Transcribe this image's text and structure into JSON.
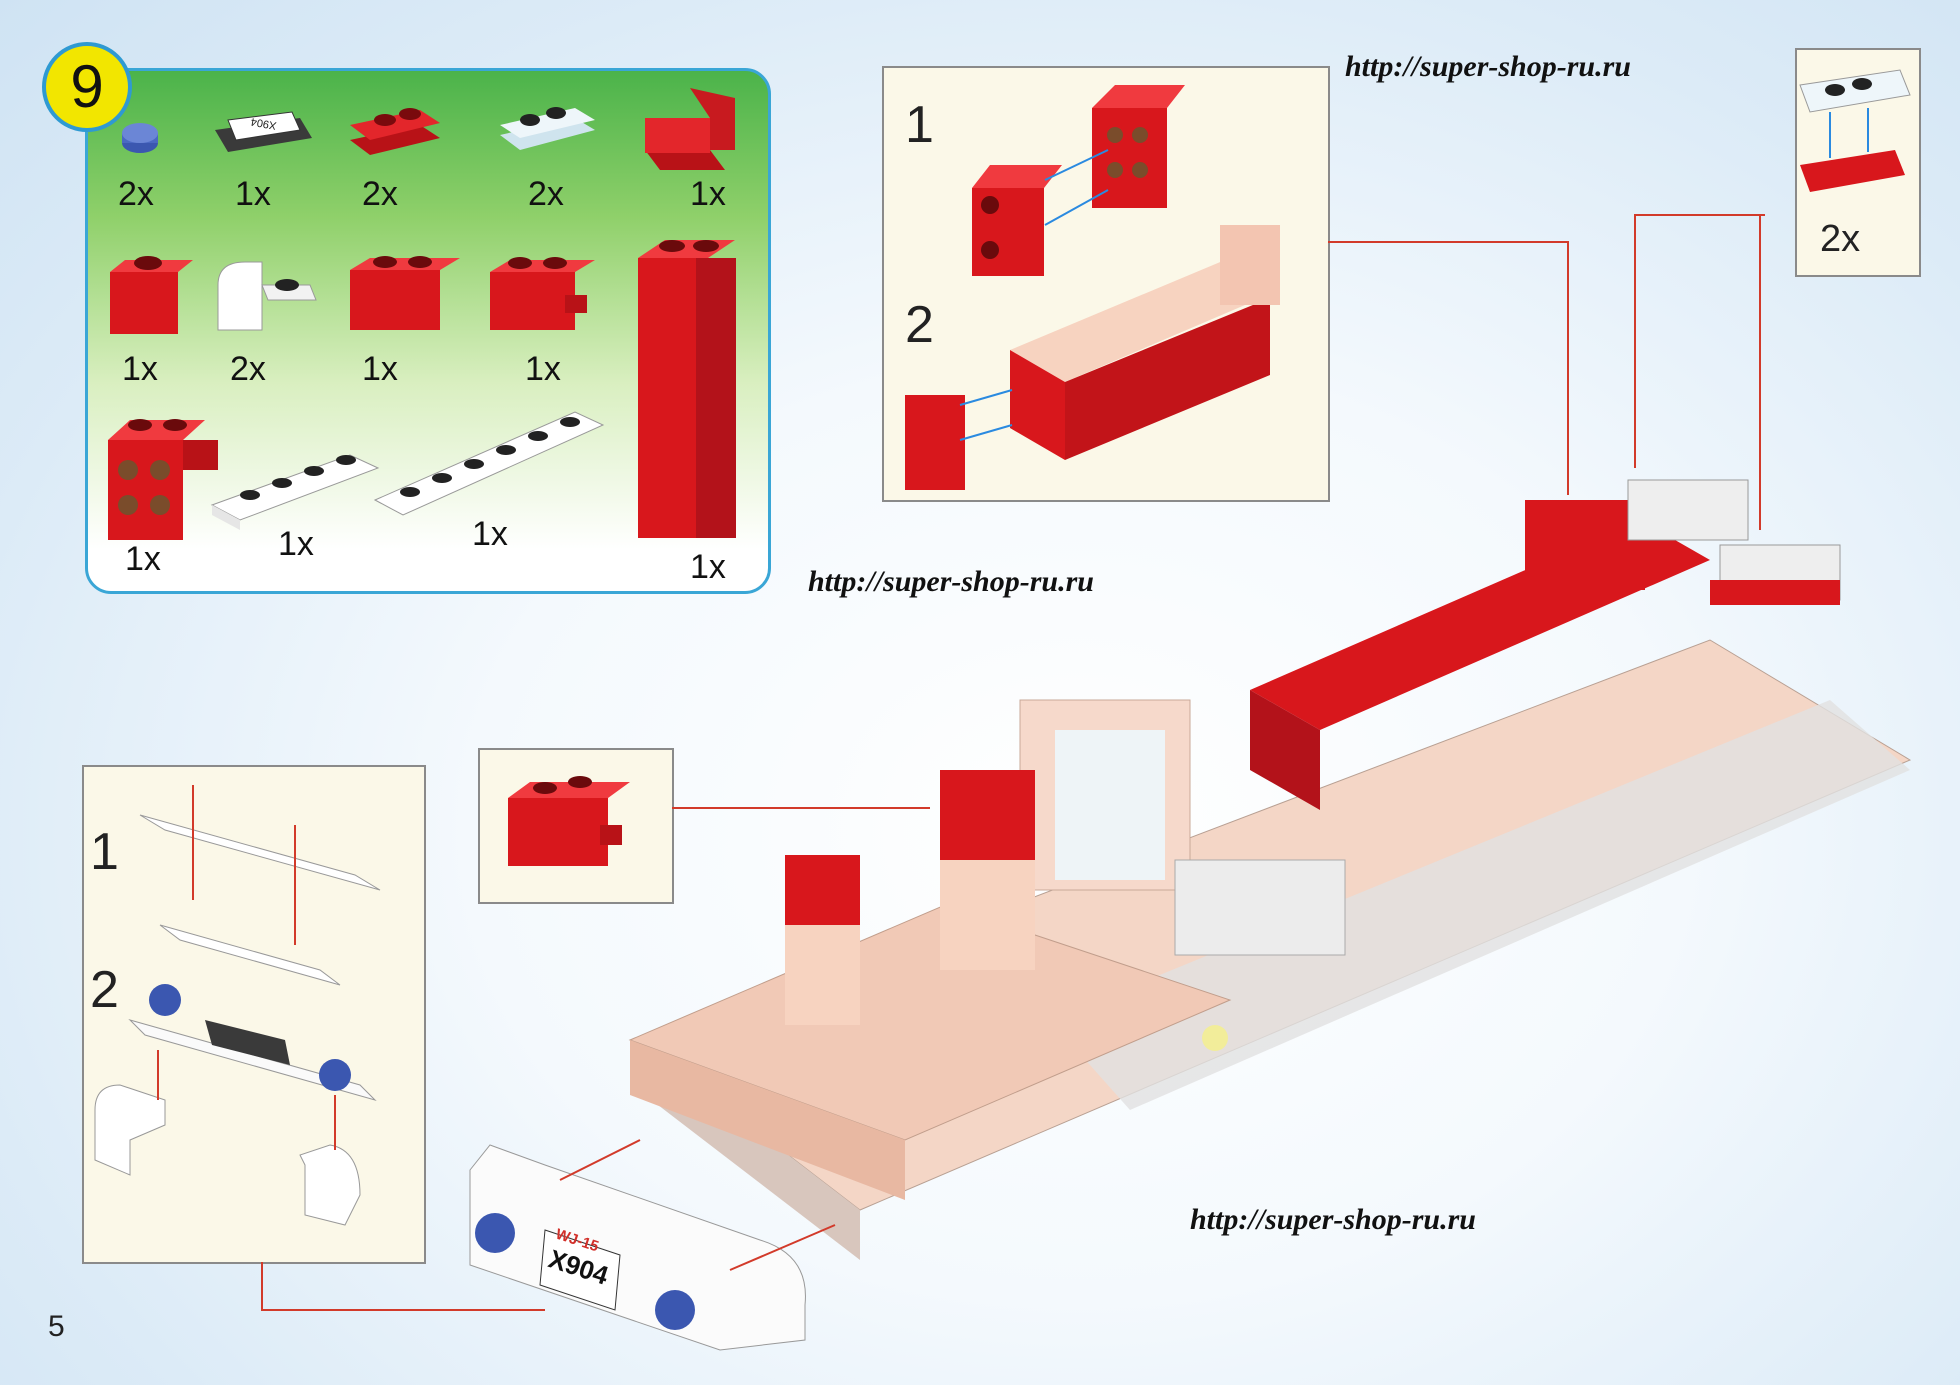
{
  "step_number": "9",
  "parts": [
    {
      "qty": "2x",
      "icon": "round-plate-1x1-blue"
    },
    {
      "qty": "1x",
      "icon": "tile-1x2-license-plate"
    },
    {
      "qty": "2x",
      "icon": "plate-1x2-red"
    },
    {
      "qty": "2x",
      "icon": "plate-1x2-rail-white"
    },
    {
      "qty": "1x",
      "icon": "bracket-red"
    },
    {
      "qty": "1x",
      "icon": "brick-1x1-red"
    },
    {
      "qty": "2x",
      "icon": "curved-brick-white"
    },
    {
      "qty": "1x",
      "icon": "brick-1x2-red"
    },
    {
      "qty": "1x",
      "icon": "brick-1x2-clip-red"
    },
    {
      "qty": "1x",
      "icon": "tall-brick-1x2x5-red"
    },
    {
      "qty": "1x",
      "icon": "bracket-2x2-red"
    },
    {
      "qty": "1x",
      "icon": "plate-1x4-white"
    },
    {
      "qty": "1x",
      "icon": "plate-1x6-white"
    }
  ],
  "license_plate": {
    "top": "WJ-15",
    "bottom": "X904"
  },
  "substeps": {
    "one": "1",
    "two": "2"
  },
  "rail_multiplier": "2x",
  "watermark": {
    "url1": "http://super-shop-ru.ru",
    "url2": "http://super-shop-ru.ru",
    "url3": "http://super-shop-ru.ru"
  },
  "page_number": "5",
  "colors": {
    "red": "#d8171c",
    "peach": "#f7d3c0",
    "white": "#ffffff",
    "blue": "#3b57b0",
    "grey": "#c9c9c9",
    "accent": "#3aa6d6"
  }
}
